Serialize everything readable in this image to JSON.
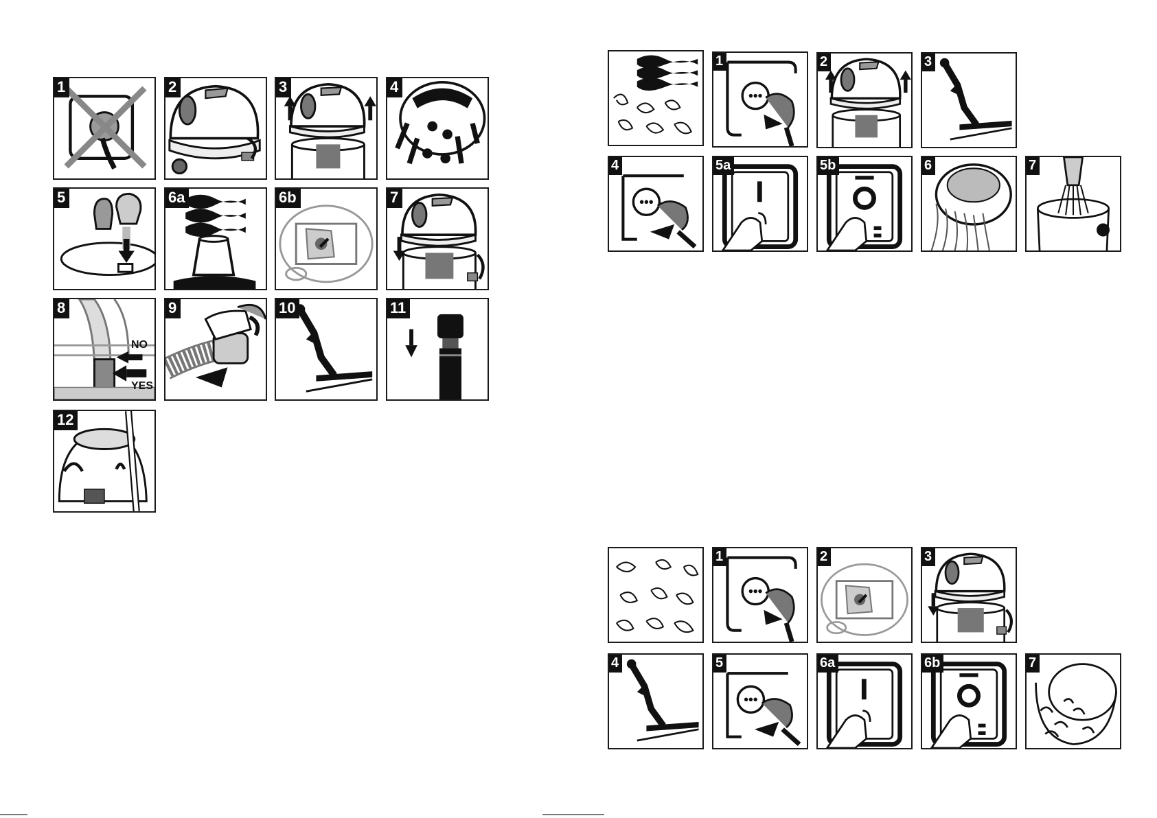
{
  "left": {
    "steps": [
      {
        "label": "1",
        "art": "socket-crossed"
      },
      {
        "label": "2",
        "art": "head-clip"
      },
      {
        "label": "3",
        "art": "head-lift"
      },
      {
        "label": "4",
        "art": "filter-cage"
      },
      {
        "label": "5",
        "art": "float-valve"
      },
      {
        "label": "6a",
        "art": "water-filter"
      },
      {
        "label": "6b",
        "art": "bag-install"
      },
      {
        "label": "7",
        "art": "head-lower"
      },
      {
        "label": "8",
        "art": "hose-connect"
      },
      {
        "label": "9",
        "art": "hose-twist"
      },
      {
        "label": "10",
        "art": "wand-floor"
      },
      {
        "label": "11",
        "art": "tube-join"
      },
      {
        "label": "12",
        "art": "unit-complete"
      }
    ],
    "step8_no": "NO",
    "step8_yes": "YES"
  },
  "right_top": {
    "steps": [
      {
        "label": "",
        "art": "water-dust"
      },
      {
        "label": "1",
        "art": "socket-unplug"
      },
      {
        "label": "2",
        "art": "head-lift"
      },
      {
        "label": "3",
        "art": "wand-floor"
      },
      {
        "label": "4",
        "art": "socket-plug"
      },
      {
        "label": "5a",
        "art": "switch-on"
      },
      {
        "label": "5b",
        "art": "switch-off"
      },
      {
        "label": "6",
        "art": "empty-tank"
      },
      {
        "label": "7",
        "art": "brush-clean"
      }
    ]
  },
  "right_bottom": {
    "steps": [
      {
        "label": "",
        "art": "dry-dust"
      },
      {
        "label": "1",
        "art": "socket-unplug"
      },
      {
        "label": "2",
        "art": "bag-install"
      },
      {
        "label": "3",
        "art": "head-lower"
      },
      {
        "label": "4",
        "art": "wand-floor"
      },
      {
        "label": "5",
        "art": "socket-plug"
      },
      {
        "label": "6a",
        "art": "switch-on"
      },
      {
        "label": "6b",
        "art": "switch-off"
      },
      {
        "label": "7",
        "art": "full-tank"
      }
    ]
  },
  "colors": {
    "ink": "#111111",
    "grey": "#9a9a9a",
    "light": "#d8d8d8"
  }
}
